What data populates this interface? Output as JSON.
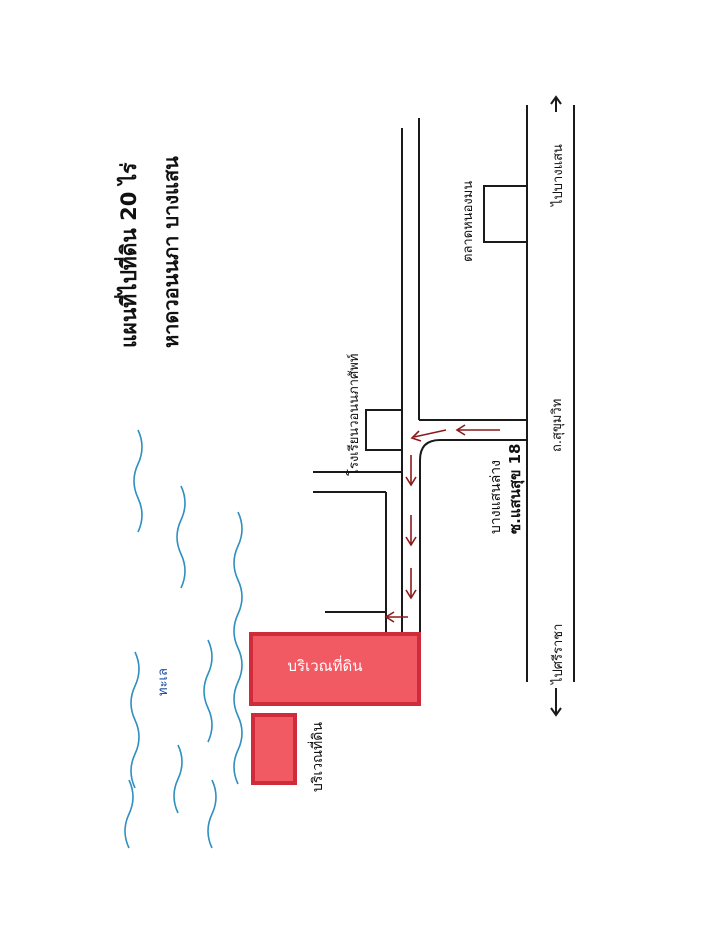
{
  "map": {
    "title": "แผนที่ไปที่ดิน 20 ไร่",
    "subtitle": "หาดวอนนภา บางแสน",
    "labels": {
      "market": "ตลาดหนองมน",
      "school": "โรงเรียนวอนนภาศัพท์",
      "bangsaen_lang": "บางแสนล่าง",
      "soi": "ซ.แสนสุข 18",
      "sukhumvit": "ถ.สุขุมวิท",
      "to_bangsaen": "ไปบางแสน",
      "to_sriracha": "ไปศรีราชา",
      "sea": "ทะเล",
      "land_large": "บริเวณที่ดิน",
      "land_small": "บริเวณที่ดิน"
    },
    "colors": {
      "land_fill": "#f15a63",
      "land_border": "#cf2b3a",
      "route_arrow": "#8b1a1a",
      "sea_wave": "#2f8fbf",
      "sea_label": "#1f4fa0"
    },
    "orientation": "rotated-90-counterclockwise"
  }
}
